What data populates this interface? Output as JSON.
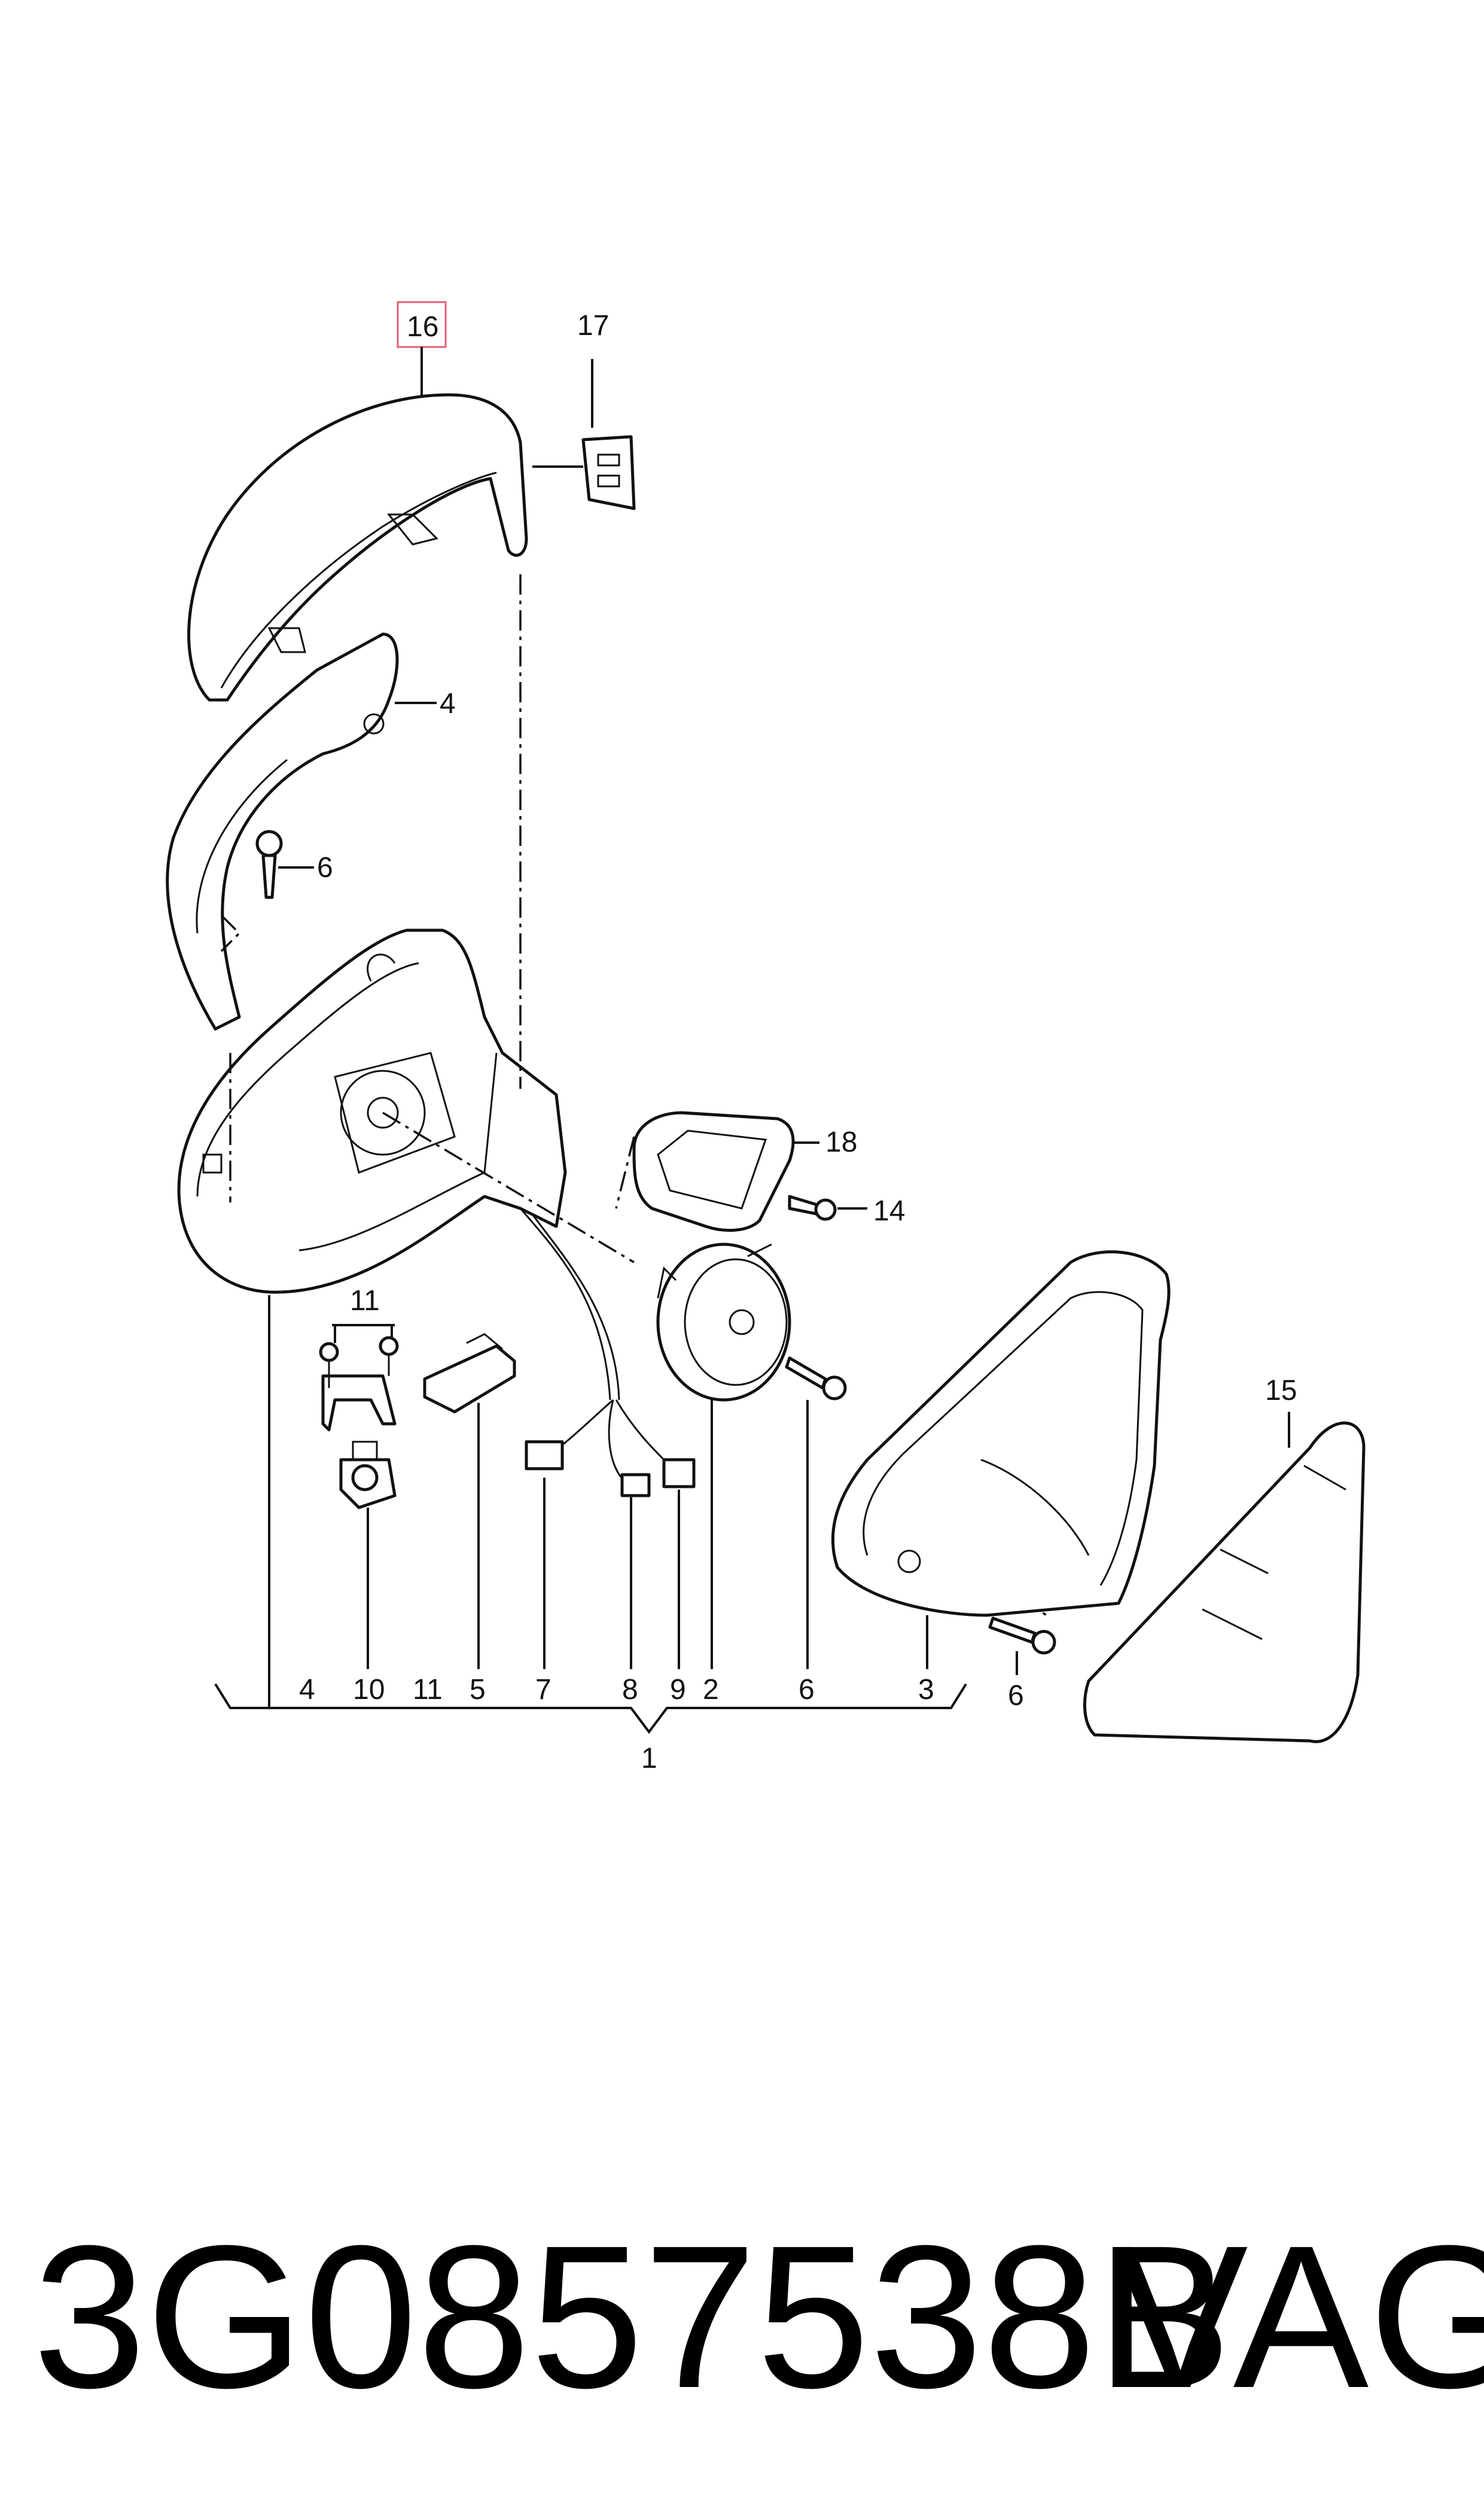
{
  "callouts": {
    "c1": "1",
    "c2a": "2",
    "c3a": "3",
    "c4a": "4",
    "c4b": "4",
    "c5": "5",
    "c6a": "6",
    "c6b": "6",
    "c6c": "6",
    "c7": "7",
    "c8": "8",
    "c9": "9",
    "c10": "10",
    "c11a": "11",
    "c11b": "11",
    "c14": "14",
    "c15": "15",
    "c16": "16",
    "c17": "17",
    "c18": "18"
  },
  "footer": {
    "part_number": "3G0857538B",
    "brand": "VAG"
  },
  "colors": {
    "highlight_box": "#e06070",
    "line": "#111111"
  }
}
